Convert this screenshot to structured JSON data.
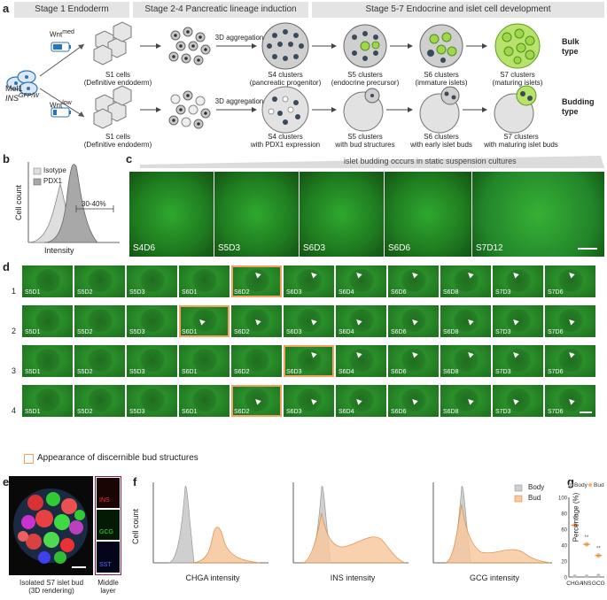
{
  "panels": {
    "a": "a",
    "b": "b",
    "c": "c",
    "d": "d",
    "e": "e",
    "f": "f",
    "g": "g"
  },
  "stages": {
    "s1": "Stage 1 Endoderm",
    "s2": "Stage 2-4 Pancreatic lineage induction",
    "s3": "Stage 5-7 Endocrine and islet cell development"
  },
  "panel_a": {
    "cell_line": "Mel1",
    "cell_line2": "INS",
    "cell_line2_sup": "GFP/W",
    "wnt_high": "Wnt",
    "wnt_high_sup": "med",
    "wnt_low": "Wnt",
    "wnt_low_sup": "low",
    "aggregation": "3D aggregation",
    "bulk_type": "Bulk type",
    "budding_type": "Budding type",
    "top_row": [
      {
        "l1": "S1 cells",
        "l2": "(Definitive endoderm)"
      },
      {
        "l1": "S4 clusters",
        "l2": "(pancreatic progenitor)"
      },
      {
        "l1": "S5 clusters",
        "l2": "(endocrine precursor)"
      },
      {
        "l1": "S6 clusters",
        "l2": "(immature islets)"
      },
      {
        "l1": "S7 clusters",
        "l2": "(maturing islets)"
      }
    ],
    "bottom_row": [
      {
        "l1": "S1 cells",
        "l2": "(Definitive endoderm)"
      },
      {
        "l1": "S4 clusters",
        "l2": "with PDX1 expression"
      },
      {
        "l1": "S5 clusters",
        "l2": "with bud structures"
      },
      {
        "l1": "S6 clusters",
        "l2": "with early islet buds"
      },
      {
        "l1": "S7 clusters",
        "l2": "with maturing islet buds"
      }
    ]
  },
  "panel_b": {
    "ylabel": "Cell count",
    "xlabel": "Intensity",
    "legend": [
      "Isotype",
      "PDX1"
    ],
    "annotation": "30-40%"
  },
  "panel_c": {
    "banner": "islet budding occurs in static suspension cultures",
    "images": [
      "S4D6",
      "S5D3",
      "S6D3",
      "S6D6",
      "S7D12"
    ]
  },
  "panel_d": {
    "legend": "Appearance of discernible bud structures",
    "rows": [
      {
        "num": "1",
        "tiles": [
          "S5D1",
          "S5D2",
          "S5D3",
          "S6D1",
          "S6D2",
          "S6D3",
          "S6D4",
          "S6D6",
          "S6D8",
          "S7D3",
          "S7D6"
        ]
      },
      {
        "num": "2",
        "tiles": [
          "S5D1",
          "S5D2",
          "S5D3",
          "S6D1",
          "S6D2",
          "S6D3",
          "S6D4",
          "S6D6",
          "S6D8",
          "S7D3",
          "S7D6"
        ]
      },
      {
        "num": "3",
        "tiles": [
          "S5D1",
          "S5D2",
          "S5D3",
          "S6D1",
          "S6D2",
          "S6D3",
          "S6D4",
          "S6D6",
          "S6D8",
          "S7D3",
          "S7D6"
        ]
      },
      {
        "num": "4",
        "tiles": [
          "S5D1",
          "S5D2",
          "S5D3",
          "S6D1",
          "S6D2",
          "S6D3",
          "S6D4",
          "S6D6",
          "S6D8",
          "S7D3",
          "S7D6"
        ]
      }
    ]
  },
  "panel_e": {
    "caption1": "Isolated S7 islet bud",
    "caption2": "(3D rendering)",
    "stack": [
      "INS",
      "GCG",
      "SST"
    ],
    "middle": "Middle",
    "layer": "layer"
  },
  "panel_f": {
    "ylabel": "Cell count",
    "legend": [
      "Body",
      "Bud"
    ],
    "plots": [
      "CHGA intensity",
      "INS intensity",
      "GCG intensity"
    ]
  },
  "colors": {
    "body": "#bdbdbd",
    "bud": "#f5b27a",
    "budline": "#e08a3c",
    "highlight": "#f0a060",
    "green": "#2a8f2a",
    "banner": "#d8d8d8"
  },
  "chart_data": {
    "type": "scatter",
    "title": "",
    "xlabel": "",
    "ylabel": "Percentage (%)",
    "ylim": [
      0,
      100
    ],
    "yticks": [
      "0",
      "20",
      "40",
      "60",
      "80",
      "100"
    ],
    "categories": [
      "CHGA",
      "INS",
      "GCG"
    ],
    "legend": [
      "Body",
      "Bud"
    ],
    "legend_position": "top",
    "significance": [
      "**",
      "**",
      "**"
    ],
    "series": [
      {
        "name": "Body",
        "values": [
          1,
          1,
          2
        ]
      },
      {
        "name": "Bud",
        "values": [
          65,
          41,
          27
        ]
      }
    ]
  }
}
